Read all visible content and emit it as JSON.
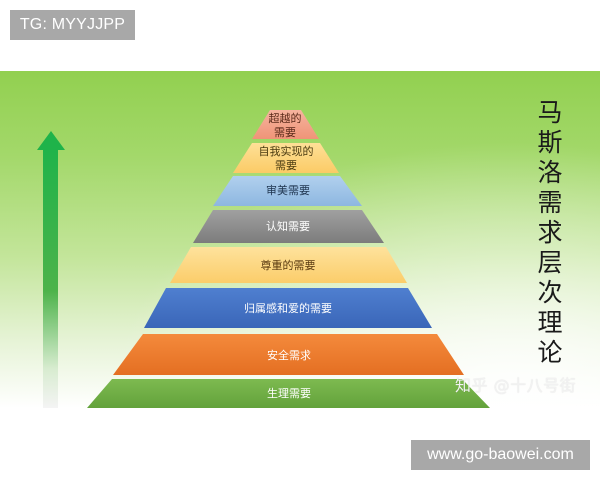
{
  "header": {
    "tag_label": "TG: MYYJJPP"
  },
  "footer": {
    "url_label": "www.go-baowei.com"
  },
  "diagram": {
    "title": "马斯洛需求层次理论",
    "watermark": "知乎 @十八号街",
    "arrow": {
      "icon": "up-arrow-icon",
      "color": "#1fb34a"
    },
    "layers": [
      {
        "label": "超越的需要",
        "lines": [
          "超越的",
          "需要"
        ],
        "color": "#f4a088",
        "text_color": "#5a2a1a"
      },
      {
        "label": "自我实现的需要",
        "lines": [
          "自我实现的",
          "需要"
        ],
        "color": "#fdd47a",
        "text_color": "#4a3a10"
      },
      {
        "label": "审美需要",
        "lines": [
          "审美需要"
        ],
        "color": "#9dc3e6",
        "text_color": "#1f3550"
      },
      {
        "label": "认知需要",
        "lines": [
          "认知需要"
        ],
        "color": "#8c8c8c",
        "text_color": "#ffffff"
      },
      {
        "label": "尊重的需要",
        "lines": [
          "尊重的需要"
        ],
        "color": "#fdd57e",
        "text_color": "#5a3a10"
      },
      {
        "label": "归属感和爱的需要",
        "lines": [
          "归属感和爱的需要"
        ],
        "color": "#4472c4",
        "text_color": "#ffffff"
      },
      {
        "label": "安全需求",
        "lines": [
          "安全需求"
        ],
        "color": "#ed7d31",
        "text_color": "#ffffff"
      },
      {
        "label": "生理需要",
        "lines": [
          "生理需要"
        ],
        "color": "#70ad47",
        "text_color": "#ffffff"
      }
    ]
  }
}
